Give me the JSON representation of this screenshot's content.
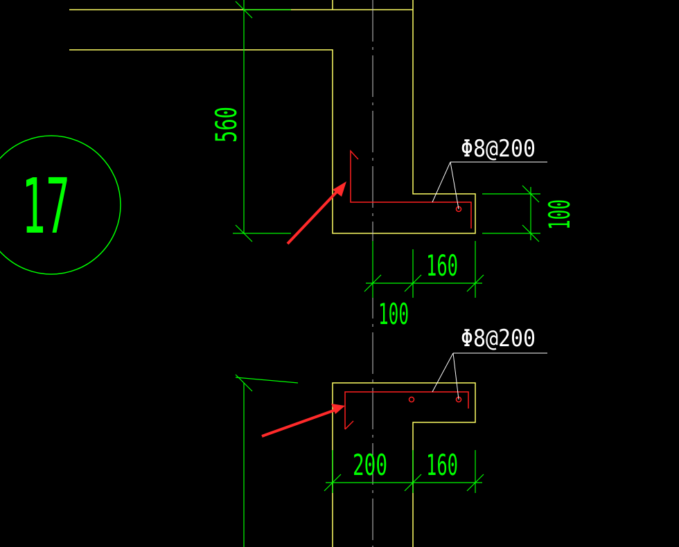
{
  "colors": {
    "background": "#000000",
    "outline": "#ffff66",
    "dimension": "#00ff00",
    "rebar": "#ff2020",
    "centerline": "#c8c8c8",
    "leader": "#ffffff",
    "arrow": "#ff2a2a"
  },
  "grid_label": "17",
  "upper_detail": {
    "height_dim": "560",
    "slab_thickness_dim": "100",
    "projection_dim": "160",
    "offset_dim": "100",
    "rebar_label": "Φ8@200"
  },
  "lower_detail": {
    "width_dim": "200",
    "projection_dim": "160",
    "rebar_label": "Φ8@200"
  }
}
